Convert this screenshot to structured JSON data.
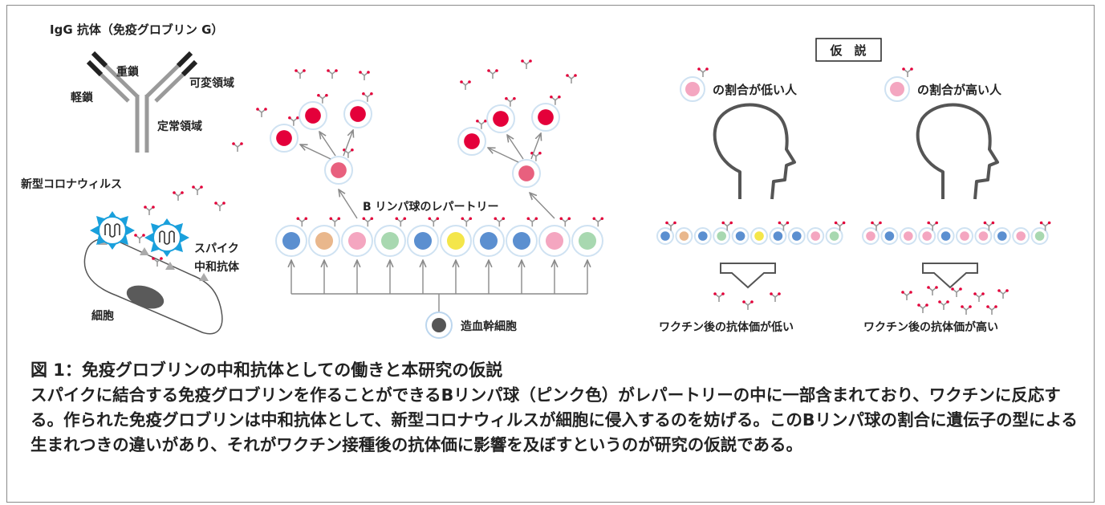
{
  "figure": {
    "antibody_title": "IgG 抗体（免疫グロブリン G）",
    "heavy_chain": "重鎖",
    "light_chain": "軽鎖",
    "variable_region": "可変領域",
    "constant_region": "定常領域",
    "virus_label": "新型コロナウィルス",
    "spike_label": "スパイク",
    "neutralizing_label": "中和抗体",
    "cell_label": "細胞",
    "repertoire_label": "B リンパ球のレパートリー",
    "stem_cell_label": "造血幹細胞",
    "hypothesis_label": "仮　説",
    "low_ratio_label": "の割合が低い人",
    "high_ratio_label": "の割合が高い人",
    "low_titer_label": "ワクチン後の抗体価が低い",
    "high_titer_label": "ワクチン後の抗体価が高い",
    "colors": {
      "plasma": "#e4003a",
      "pink": "#f4a6c0",
      "blue": "#5b8fd0",
      "peach": "#e9b78c",
      "green": "#a8d8b0",
      "yellow": "#f4e64a",
      "membrane": "#cfe2f2",
      "virus_spike": "#1aa0dc"
    },
    "repertoire_colors": [
      "blue",
      "peach",
      "pink",
      "green",
      "blue",
      "yellow",
      "blue",
      "blue",
      "pink",
      "green"
    ],
    "low_person_colors": [
      "blue",
      "peach",
      "blue",
      "green",
      "blue",
      "yellow",
      "blue",
      "blue",
      "pink",
      "green"
    ],
    "high_person_colors": [
      "pink",
      "blue",
      "pink",
      "pink",
      "blue",
      "pink",
      "pink",
      "blue",
      "pink",
      "green"
    ]
  },
  "caption": {
    "title": "図 1：免疫グロブリンの中和抗体としての働きと本研究の仮説",
    "body": "スパイクに結合する免疫グロブリンを作ることができるBリンパ球（ピンク色）がレパートリーの中に一部含まれており、ワクチンに反応する。作られた免疫グロブリンは中和抗体として、新型コロナウィルスが細胞に侵入するのを妨げる。このBリンパ球の割合に遺伝子の型による生まれつきの違いがあり、それがワクチン接種後の抗体価に影響を及ぼすというのが研究の仮説である。"
  }
}
